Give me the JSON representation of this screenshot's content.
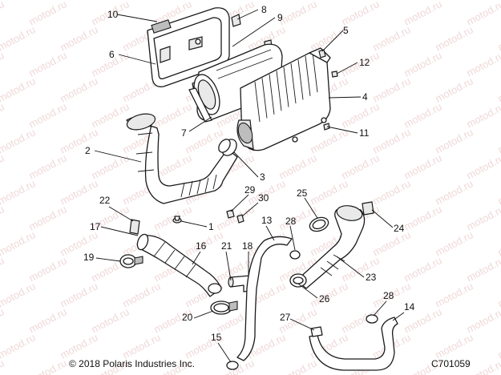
{
  "diagram": {
    "copyright": "© 2018 Polaris Industries Inc.",
    "figure_code": "C701059",
    "watermark_text": "motod.ru",
    "callouts": [
      {
        "id": "1",
        "label": "1"
      },
      {
        "id": "2",
        "label": "2"
      },
      {
        "id": "3",
        "label": "3"
      },
      {
        "id": "4",
        "label": "4"
      },
      {
        "id": "5",
        "label": "5"
      },
      {
        "id": "6",
        "label": "6"
      },
      {
        "id": "7",
        "label": "7"
      },
      {
        "id": "8",
        "label": "8"
      },
      {
        "id": "9",
        "label": "9"
      },
      {
        "id": "10",
        "label": "10"
      },
      {
        "id": "11",
        "label": "11"
      },
      {
        "id": "12",
        "label": "12"
      },
      {
        "id": "13",
        "label": "13"
      },
      {
        "id": "14",
        "label": "14"
      },
      {
        "id": "15",
        "label": "15"
      },
      {
        "id": "16",
        "label": "16"
      },
      {
        "id": "17",
        "label": "17"
      },
      {
        "id": "18",
        "label": "18"
      },
      {
        "id": "19",
        "label": "19"
      },
      {
        "id": "20",
        "label": "20"
      },
      {
        "id": "21",
        "label": "21"
      },
      {
        "id": "22",
        "label": "22"
      },
      {
        "id": "23",
        "label": "23"
      },
      {
        "id": "24",
        "label": "24"
      },
      {
        "id": "25",
        "label": "25"
      },
      {
        "id": "26",
        "label": "26"
      },
      {
        "id": "27",
        "label": "27"
      },
      {
        "id": "28a",
        "label": "28"
      },
      {
        "id": "28b",
        "label": "28"
      },
      {
        "id": "29",
        "label": "29"
      },
      {
        "id": "30",
        "label": "30"
      }
    ]
  }
}
